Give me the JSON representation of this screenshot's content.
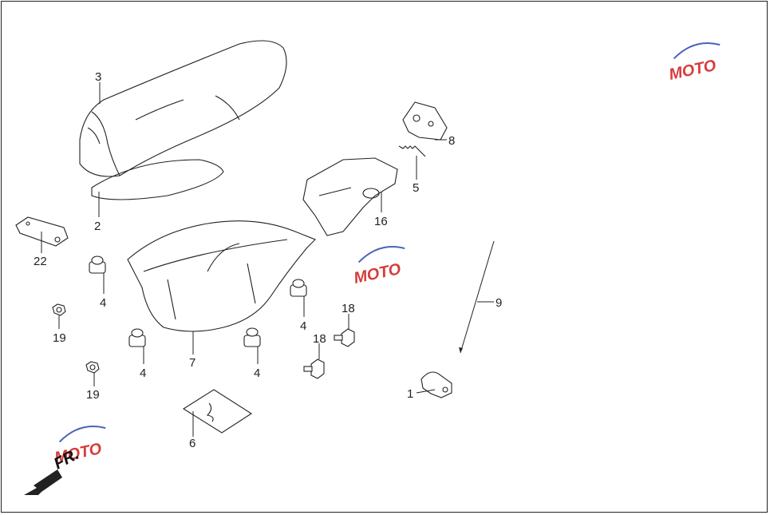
{
  "callouts": [
    {
      "id": "3",
      "label": "3"
    },
    {
      "id": "2",
      "label": "2"
    },
    {
      "id": "22",
      "label": "22"
    },
    {
      "id": "4a",
      "label": "4"
    },
    {
      "id": "19a",
      "label": "19"
    },
    {
      "id": "19b",
      "label": "19"
    },
    {
      "id": "4b",
      "label": "4"
    },
    {
      "id": "7",
      "label": "7"
    },
    {
      "id": "4c",
      "label": "4"
    },
    {
      "id": "4d",
      "label": "4"
    },
    {
      "id": "18a",
      "label": "18"
    },
    {
      "id": "18b",
      "label": "18"
    },
    {
      "id": "6",
      "label": "6"
    },
    {
      "id": "16",
      "label": "16"
    },
    {
      "id": "8",
      "label": "8"
    },
    {
      "id": "5",
      "label": "5"
    },
    {
      "id": "9",
      "label": "9"
    },
    {
      "id": "1",
      "label": "1"
    }
  ],
  "front_marker": {
    "label": "FR."
  },
  "watermark": {
    "text": "MOTO"
  },
  "colors": {
    "watermark_red": "#d83a3a",
    "watermark_blue": "#4a63b8",
    "line": "#222222"
  }
}
